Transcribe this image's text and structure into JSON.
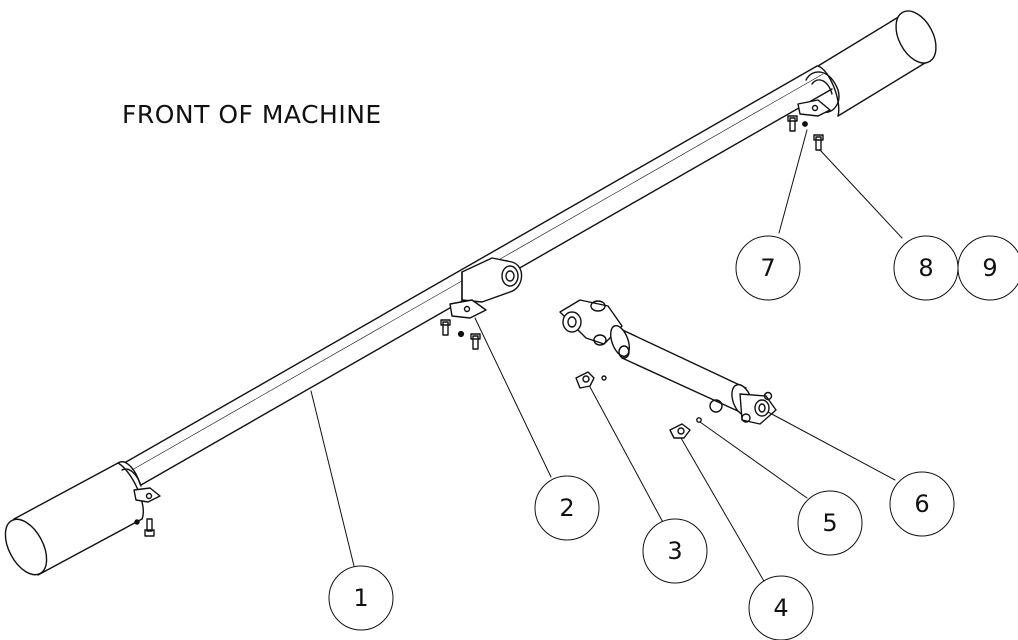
{
  "title": "FRONT OF MACHINE",
  "callouts": [
    "1",
    "2",
    "3",
    "4",
    "5",
    "6",
    "7",
    "8",
    "9"
  ]
}
